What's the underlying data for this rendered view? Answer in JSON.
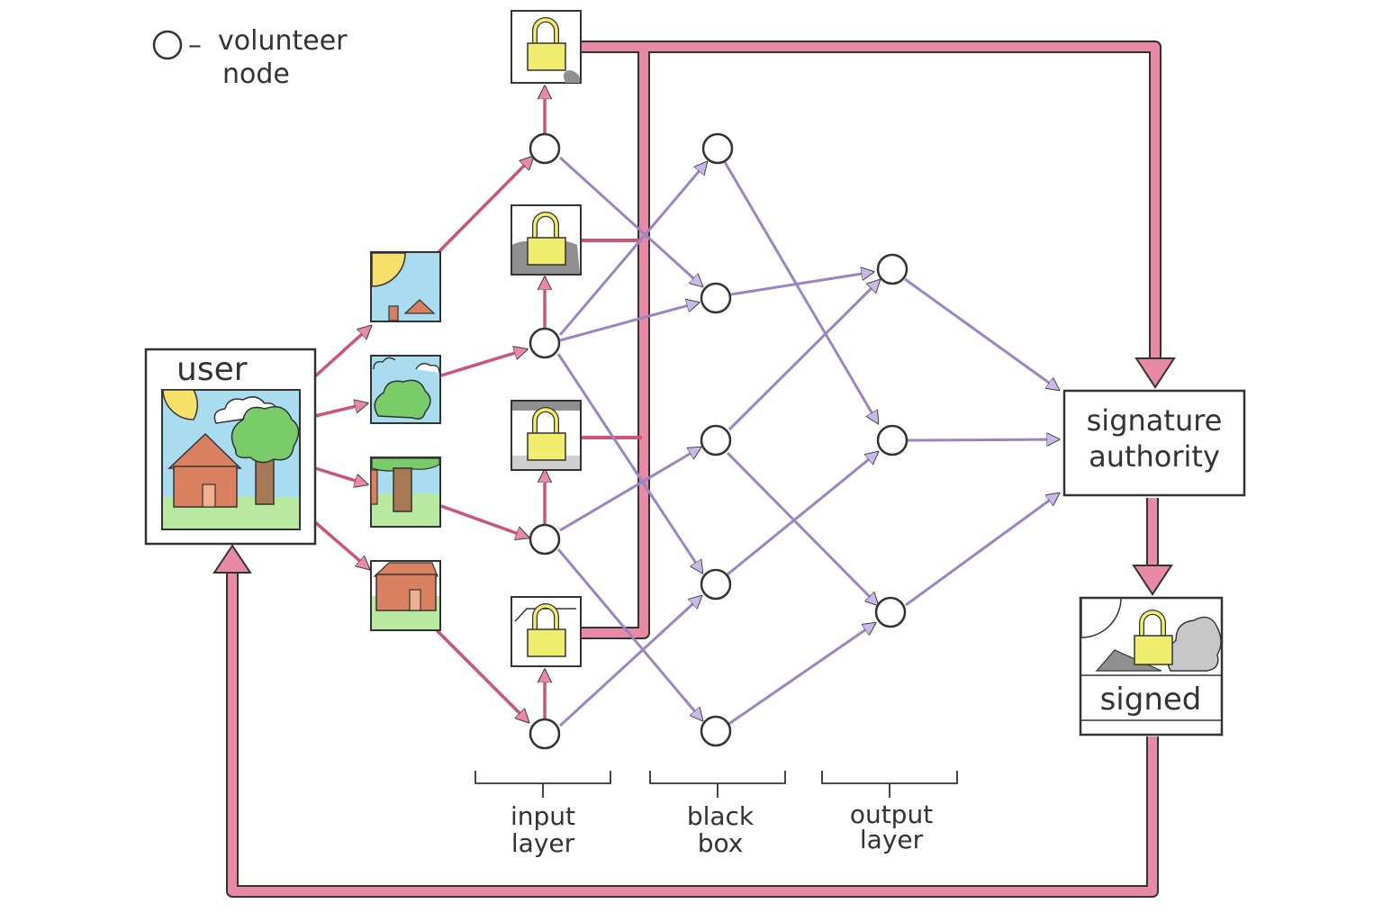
{
  "legend": {
    "symbol": "○",
    "dash": "–",
    "line1": "volunteer",
    "line2": "node"
  },
  "user_label": "user",
  "authority": {
    "line1": "signature",
    "line2": "authority"
  },
  "signed_label": "signed",
  "layers": {
    "input": [
      "input",
      "layer"
    ],
    "black_box": [
      "black",
      "box"
    ],
    "output": [
      "output",
      "layer"
    ]
  },
  "colors": {
    "pink_arrow": "#cc5577",
    "pink_fill": "#e88aa6",
    "purple_arrow": "#9a85c2",
    "purple_fill": "#c9b8e8",
    "sky": "#a9dcef",
    "grass": "#b9e8a0",
    "sun": "#f7e06a",
    "house": "#d98060",
    "tree": "#7acb6a",
    "trunk": "#a67a55",
    "lock": "#f0ec6e",
    "gray": "#8f8f8f",
    "ink": "#333333"
  }
}
